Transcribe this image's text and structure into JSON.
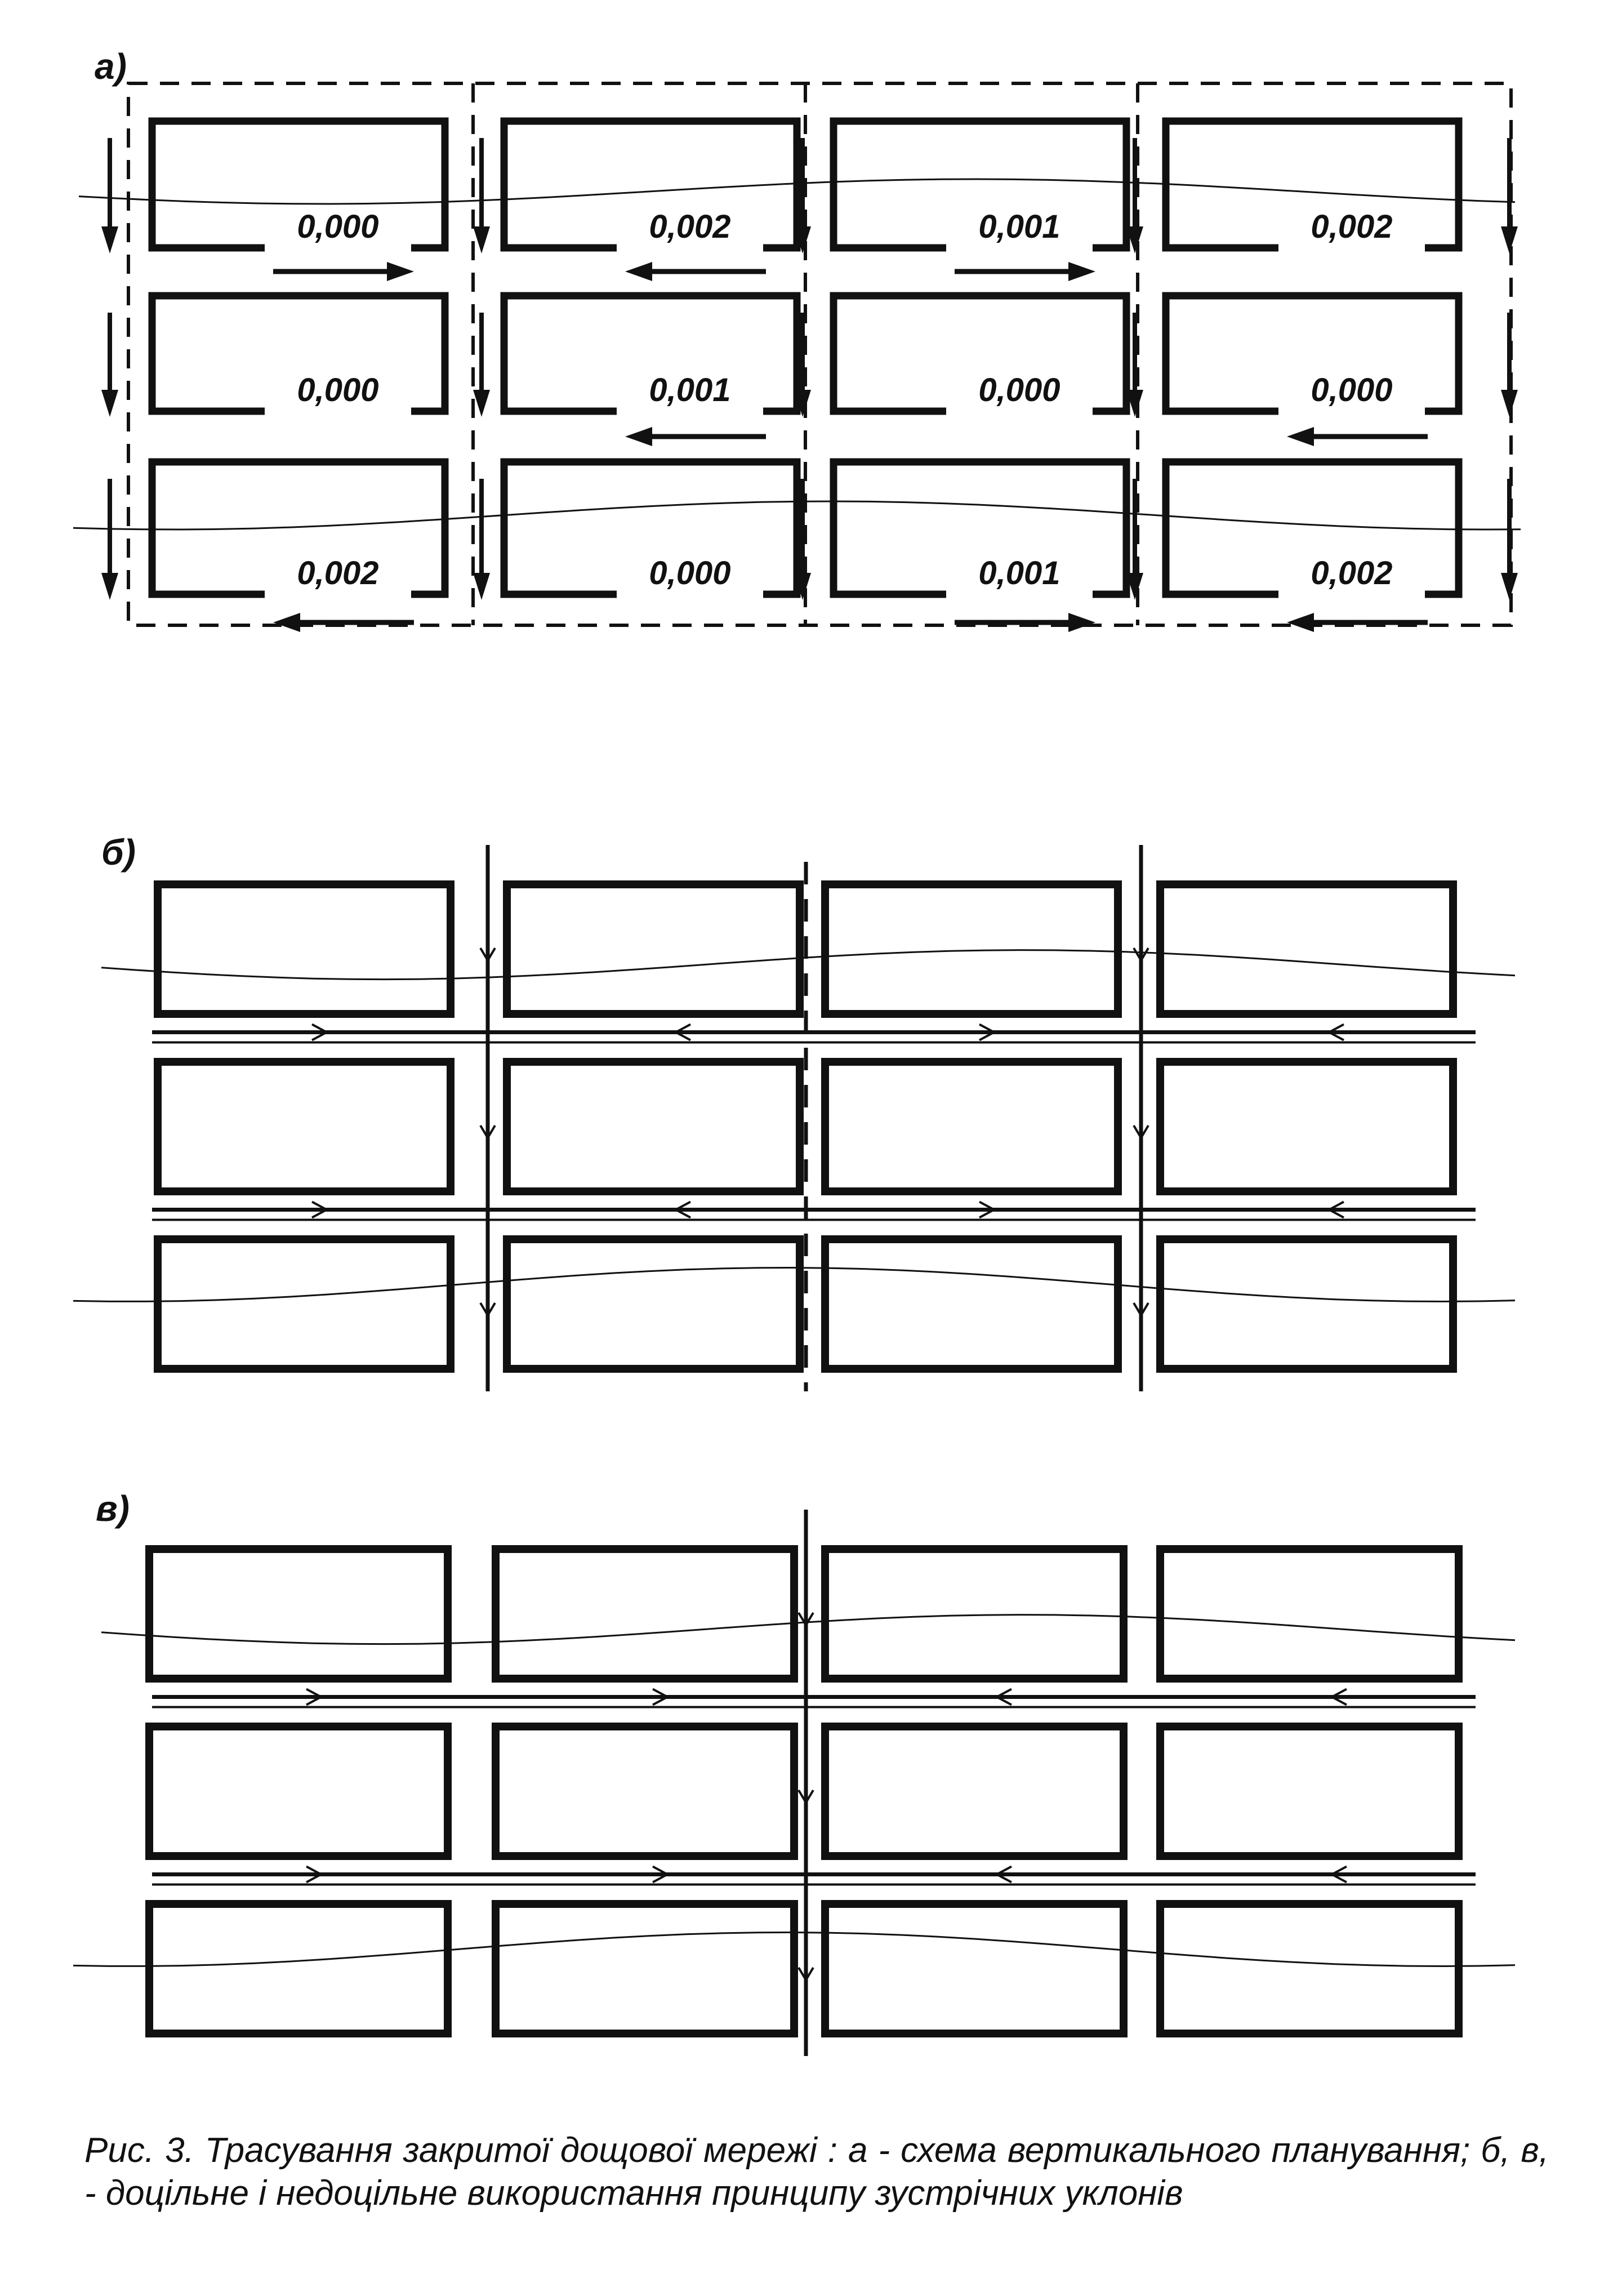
{
  "figure": {
    "colors": {
      "ink": "#111111",
      "background": "#ffffff"
    },
    "panels": [
      {
        "id": "a",
        "label": "а)",
        "block_values": [
          [
            "0,000",
            "0,002",
            "0,001",
            "0,002"
          ],
          [
            "0,000",
            "0,001",
            "0,000",
            "0,000"
          ],
          [
            "0,002",
            "0,000",
            "0,001",
            "0,002"
          ]
        ],
        "flow_arrows": [
          {
            "row_gap": 1,
            "col": 0,
            "dir": "right"
          },
          {
            "row_gap": 1,
            "col": 1,
            "dir": "left"
          },
          {
            "row_gap": 1,
            "col": 2,
            "dir": "right"
          },
          {
            "row_gap": 2,
            "col": 1,
            "dir": "left"
          },
          {
            "row_gap": 2,
            "col": 3,
            "dir": "left"
          },
          {
            "row_gap": 3,
            "col": 0,
            "dir": "left"
          },
          {
            "row_gap": 3,
            "col": 2,
            "dir": "right"
          },
          {
            "row_gap": 3,
            "col": 3,
            "dir": "left"
          }
        ]
      },
      {
        "id": "b",
        "label": "б)",
        "collectors": [
          1,
          3
        ],
        "dashed_street": 2,
        "row_directions": [
          [
            "right",
            "left",
            "right",
            "left"
          ],
          [
            "right",
            "left",
            "right",
            "left"
          ]
        ]
      },
      {
        "id": "c",
        "label": "в)",
        "collectors": [
          2
        ],
        "row_directions": [
          [
            "right",
            "right",
            "left",
            "left"
          ],
          [
            "right",
            "right",
            "left",
            "left"
          ]
        ]
      }
    ]
  },
  "caption": {
    "line1": "Рис. 3. Трасування закритої дощової мережі : а - схема вертикального",
    "line2": "планування; б, в, - доцільне і недоцільне використання принципу зустрічних",
    "line3": "уклонів"
  }
}
